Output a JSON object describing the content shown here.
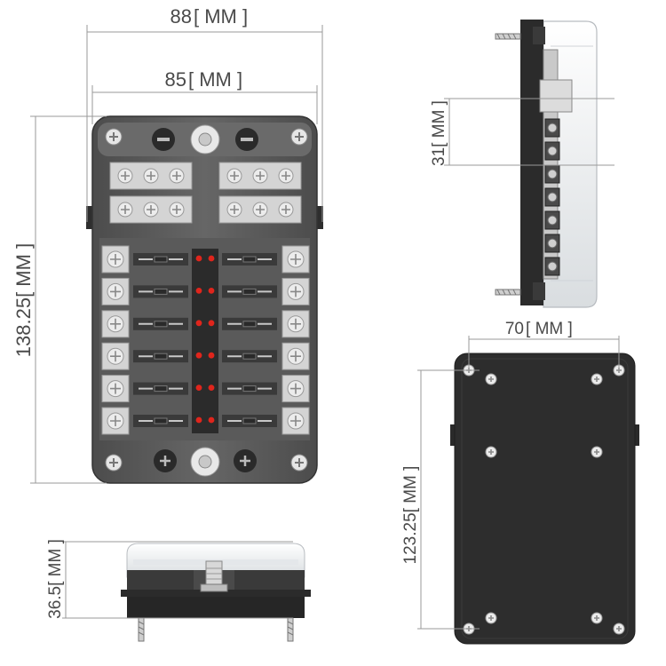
{
  "dimensions": {
    "outer_width": "88",
    "inner_width": "85",
    "height": "138.25",
    "side_pitch": "31",
    "base_hole_width": "70",
    "base_hole_height": "123.25",
    "depth": "36.5",
    "unit": "MM"
  },
  "colors": {
    "body": "#5e5e5e",
    "body_dark": "#3c3c3c",
    "base": "#2d2d2d",
    "terminal": "#d4d4d4",
    "led": "#e0251c",
    "cover": "#eef0f2",
    "dimension_line": "#9a9a9a"
  },
  "layout": {
    "fuse_rows": 6,
    "fuses_per_row": 2,
    "bus_screws_per_block": 3
  }
}
